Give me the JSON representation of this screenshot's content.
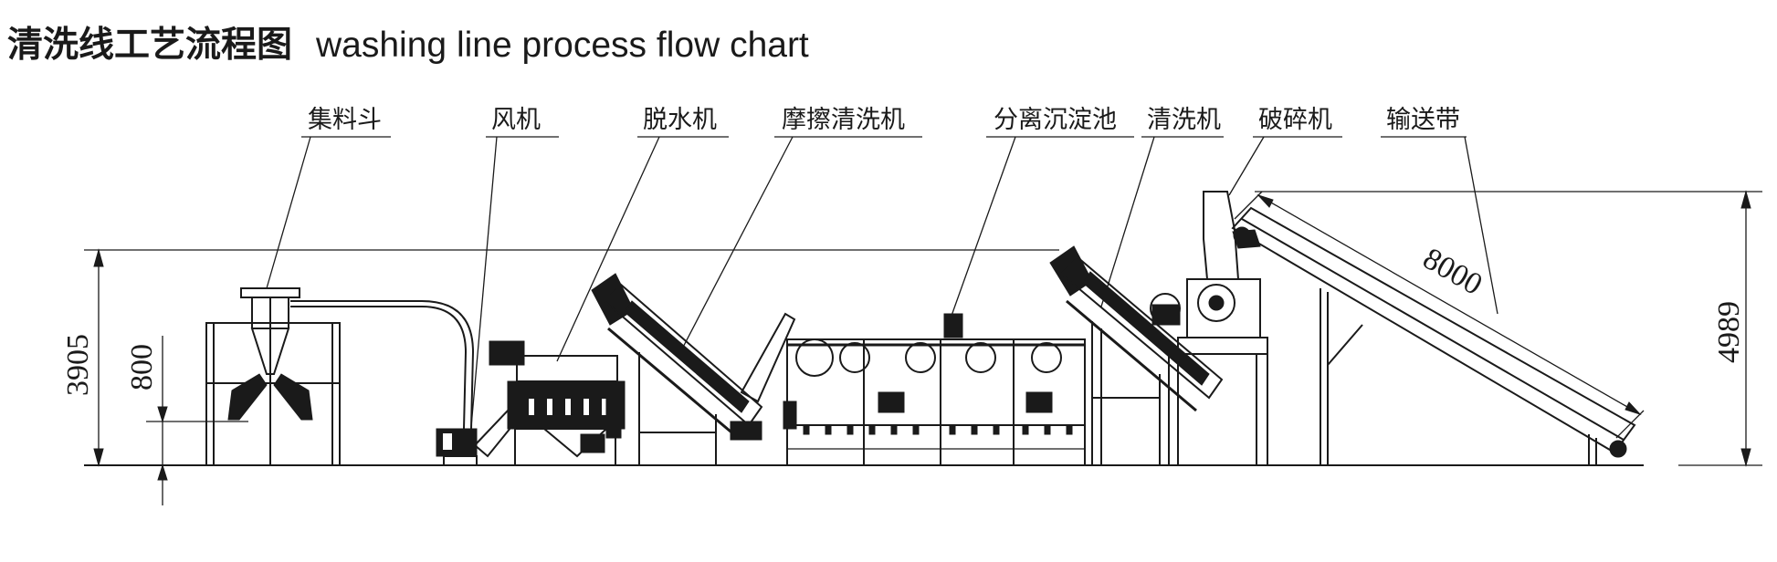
{
  "title": {
    "zh": "清洗线工艺流程图",
    "en": "washing line process flow chart"
  },
  "labels": [
    {
      "id": "hopper",
      "text": "集料斗"
    },
    {
      "id": "fan",
      "text": "风机"
    },
    {
      "id": "dewatering",
      "text": "脱水机"
    },
    {
      "id": "friction-washer",
      "text": "摩擦清洗机"
    },
    {
      "id": "sink-float-tank",
      "text": "分离沉淀池"
    },
    {
      "id": "washer",
      "text": "清洗机"
    },
    {
      "id": "crusher",
      "text": "破碎机"
    },
    {
      "id": "conveyor",
      "text": "输送带"
    }
  ],
  "dimensions": {
    "left_height": "3905",
    "inner_height": "800",
    "conveyor_length": "8000",
    "right_height": "4989"
  }
}
